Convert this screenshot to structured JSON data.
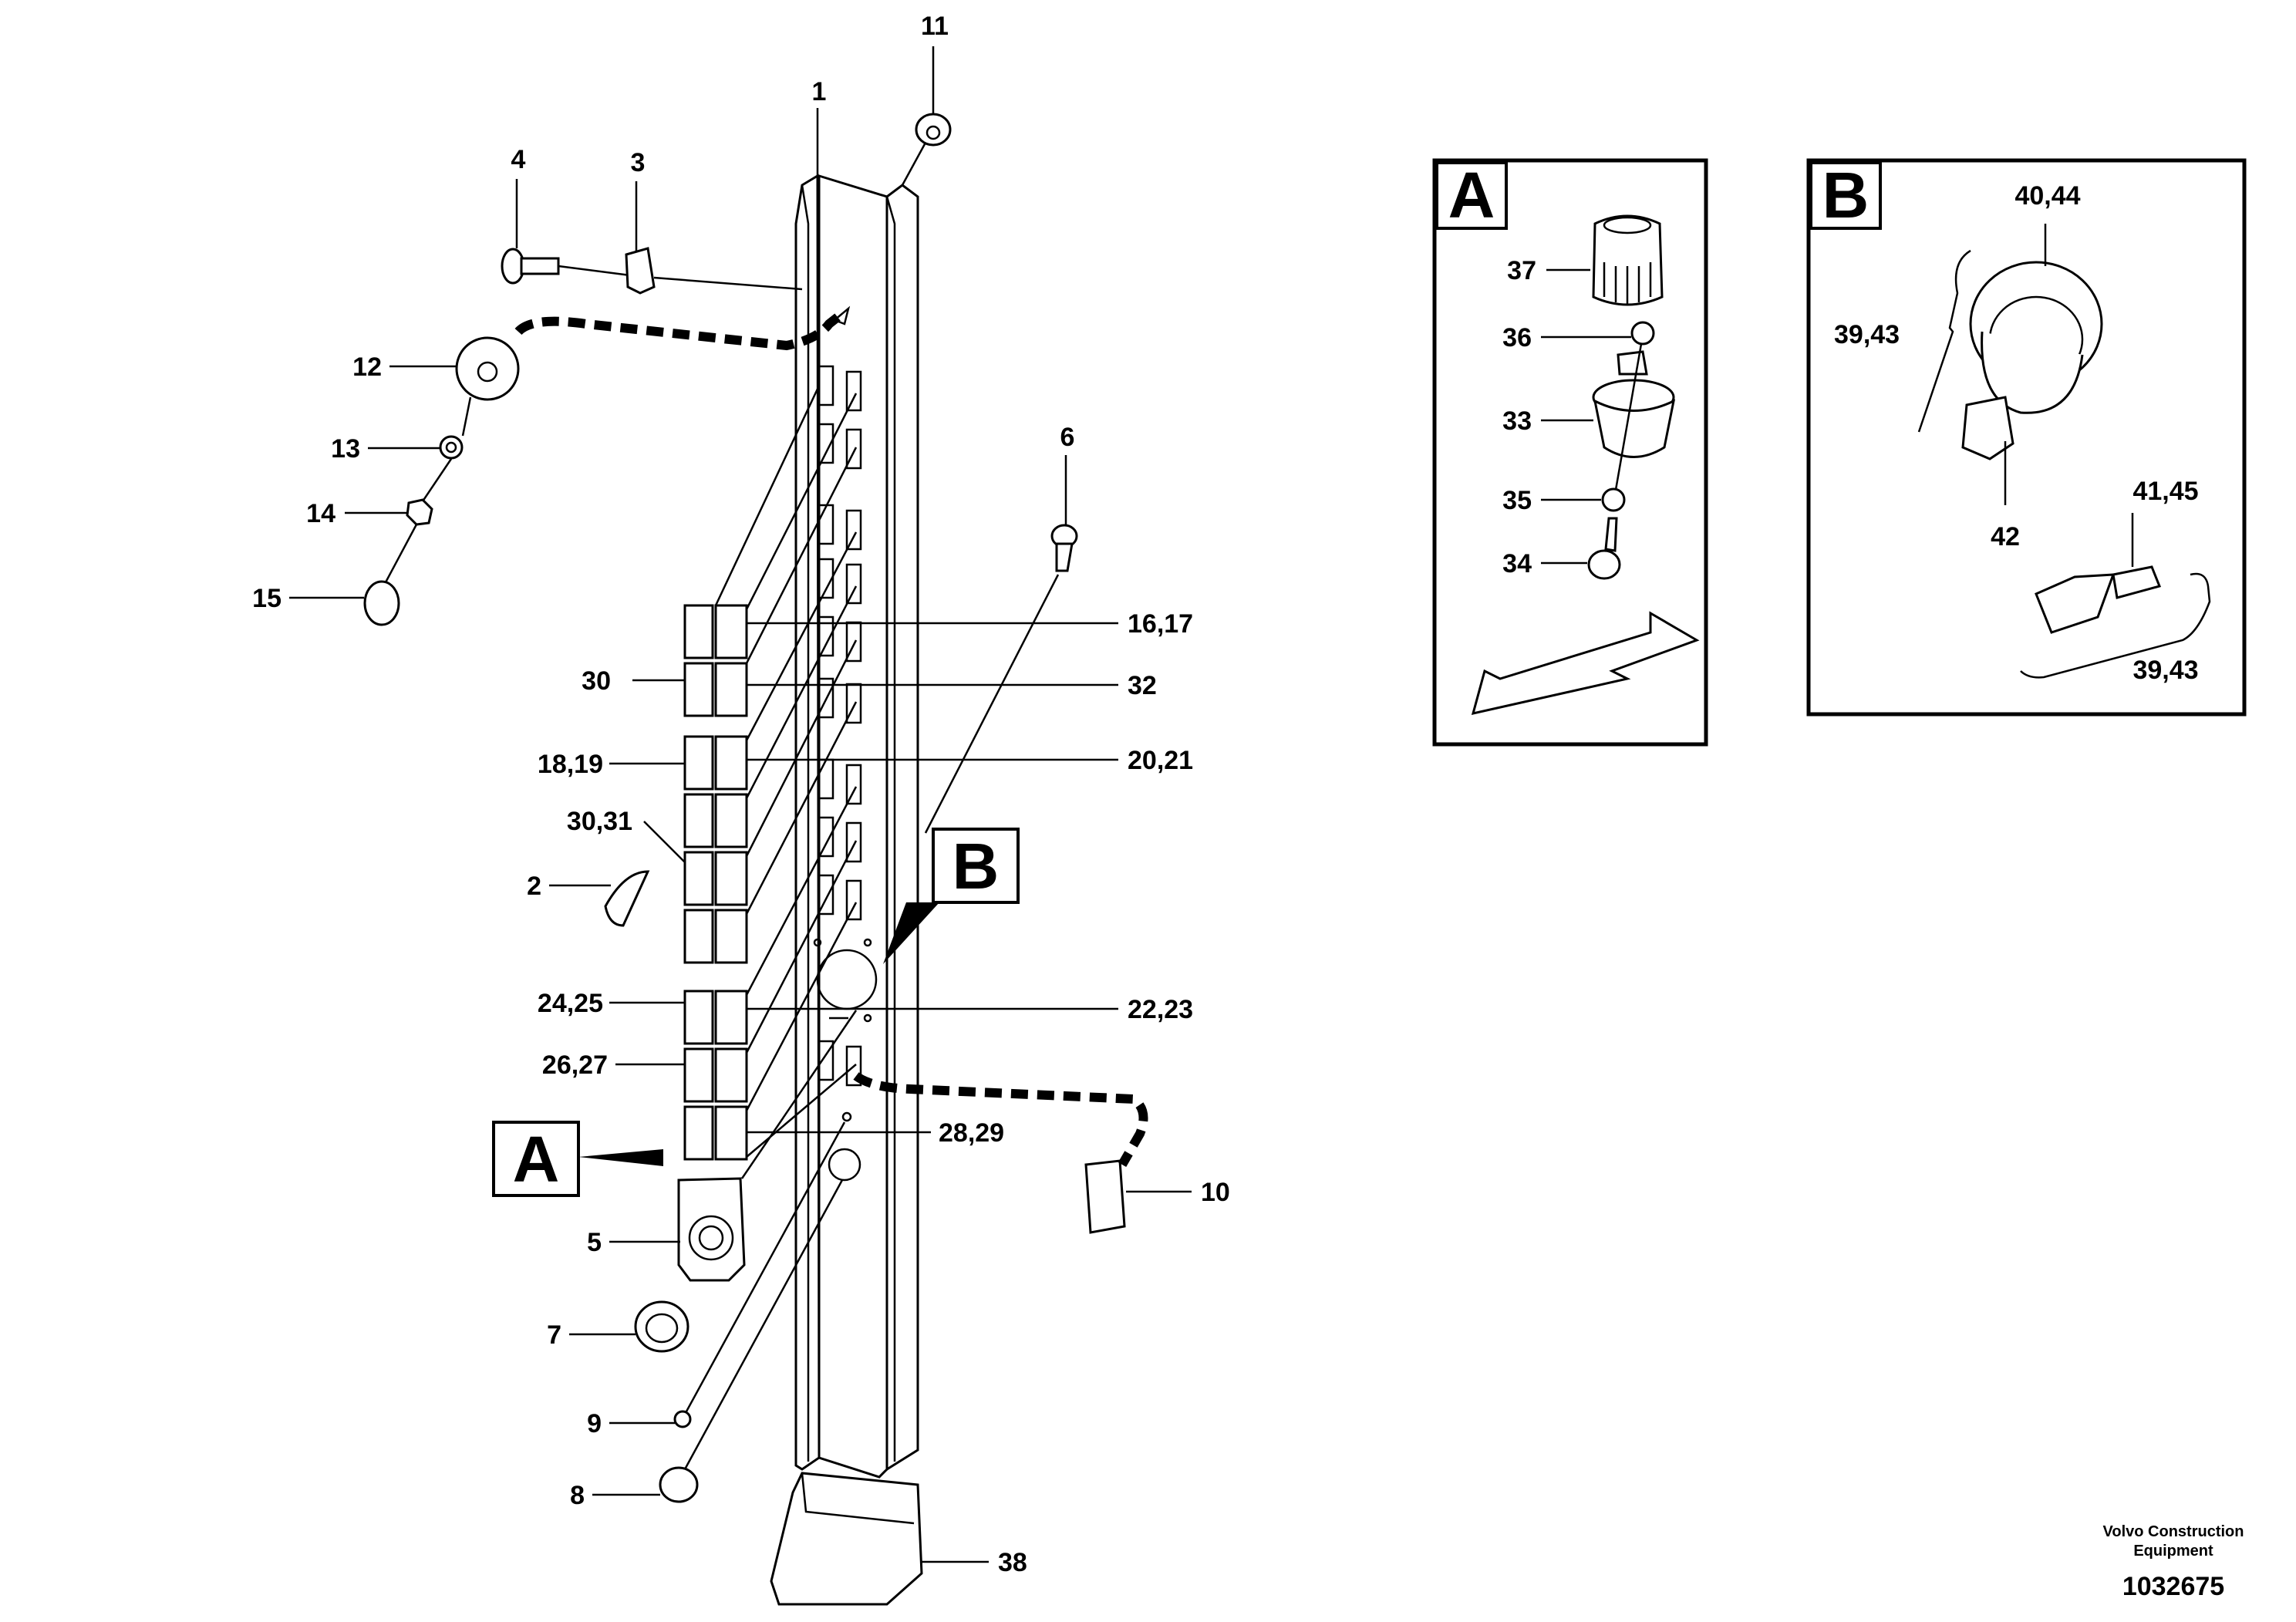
{
  "callouts": {
    "c1": "1",
    "c2": "2",
    "c3": "3",
    "c4": "4",
    "c5": "5",
    "c6": "6",
    "c7": "7",
    "c8": "8",
    "c9": "9",
    "c10": "10",
    "c11": "11",
    "c12": "12",
    "c13": "13",
    "c14": "14",
    "c15": "15",
    "c16_17": "16,17",
    "c18_19": "18,19",
    "c20_21": "20,21",
    "c22_23": "22,23",
    "c24_25": "24,25",
    "c26_27": "26,27",
    "c28_29": "28,29",
    "c30": "30",
    "c30_31": "30,31",
    "c32": "32",
    "c38": "38"
  },
  "view_letters": {
    "a": "A",
    "b": "B"
  },
  "detail_a": {
    "letter": "A",
    "items": [
      "37",
      "36",
      "33",
      "35",
      "34"
    ]
  },
  "detail_b": {
    "letter": "B",
    "items": {
      "top": "40,44",
      "left": "39,43",
      "key": "42",
      "right": "41,45",
      "bottom": "39,43"
    }
  },
  "footer": {
    "credit_line1": "Volvo Construction",
    "credit_line2": "Equipment",
    "drawing_number": "1032675"
  }
}
